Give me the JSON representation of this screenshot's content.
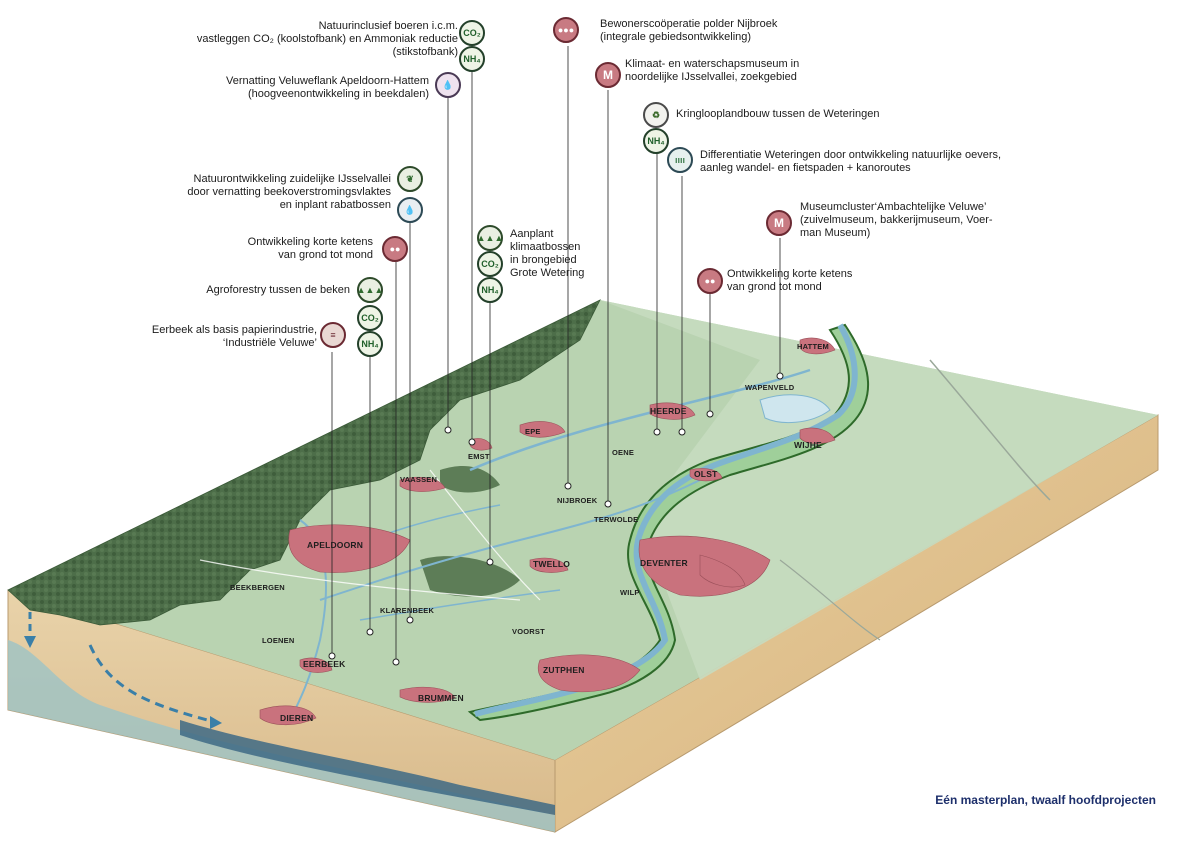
{
  "caption": "Eén masterplan, twaalf hoofdprojecten",
  "icons": {
    "co2": "CO₂",
    "nh4": "NH₄",
    "museum": "M",
    "cycle": "♻",
    "forest": "▲▲▲",
    "leaf": "❦",
    "water": "💧"
  },
  "annotations": {
    "natuurinclusief": [
      "Natuurinclusief boeren i.c.m.",
      "vastleggen CO₂ (koolstofbank) en Ammoniak reductie",
      "(stikstofbank)"
    ],
    "vernatting_veluweflank": [
      "Vernatting Veluweflank Apeldoorn-Hattem",
      "(hoogveenontwikkeling in beekdalen)"
    ],
    "natuurontwikkeling": [
      "Natuurontwikkeling zuidelijke IJsselvallei",
      "door vernatting beekoverstromingsvlaktes",
      "en inplant rabatbossen"
    ],
    "korte_ketens_left": [
      "Ontwikkeling korte ketens",
      "van grond tot mond"
    ],
    "agroforestry": [
      "Agroforestry tussen de beken"
    ],
    "eerbeek": [
      "Eerbeek als basis papierindustrie,",
      "‘Industriële Veluwe’"
    ],
    "aanplant": [
      "Aanplant",
      "klimaatbossen",
      "in brongebied",
      "Grote Wetering"
    ],
    "bewoners": [
      "Bewonerscoöperatie polder Nijbroek",
      "(integrale gebiedsontwikkeling)"
    ],
    "klimaat_museum": [
      "Klimaat- en waterschapsmuseum in",
      "noordelijke IJsselvallei, zoekgebied"
    ],
    "kringloop": [
      "Kringlooplandbouw tussen de Weteringen"
    ],
    "differentiatie": [
      "Differentiatie Weteringen door ontwikkeling natuurlijke oevers,",
      "aanleg wandel- en fietspaden + kanoroutes"
    ],
    "museumcluster": [
      "Museumcluster‘Ambachtelijke Veluwe’",
      "(zuivelmuseum, bakkerijmuseum, Voer-",
      "man Museum)"
    ],
    "korte_ketens_right": [
      "Ontwikkeling korte ketens",
      "van grond tot mond"
    ]
  },
  "places": {
    "hattem": "HATTEM",
    "wapenveld": "WAPENVELD",
    "heerde": "HEERDE",
    "epe": "EPE",
    "emst": "EMST",
    "oene": "OENE",
    "wijhe": "WIJHE",
    "olst": "OLST",
    "vaassen": "VAASSEN",
    "nijbroek": "NIJBROEK",
    "terwolde": "TERWOLDE",
    "apeldoorn": "APELDOORN",
    "twello": "TWELLO",
    "deventer": "DEVENTER",
    "beekbergen": "BEEKBERGEN",
    "klarenbeek": "KLARENBEEK",
    "wilp": "WILP",
    "loenen": "LOENEN",
    "voorst": "VOORST",
    "eerbeek": "EERBEEK",
    "zutphen": "ZUTPHEN",
    "brummen": "BRUMMEN",
    "dieren": "DIEREN"
  },
  "colors": {
    "forest": "#4a6a47",
    "meadow": "#b9d3b1",
    "water": "#7fb5cf",
    "city": "#c9727d",
    "river_edge": "#2e6a2a",
    "side": "#e6cfa6",
    "caption": "#1d2f6b"
  }
}
